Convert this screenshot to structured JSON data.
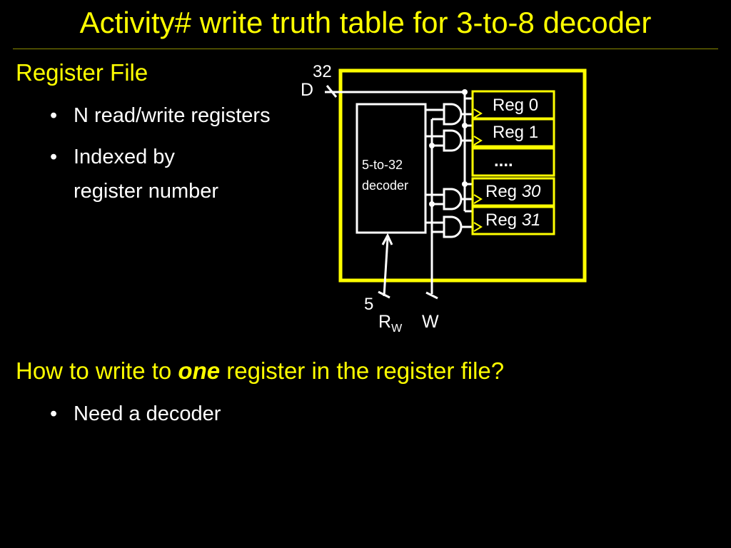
{
  "slide": {
    "title": "Activity# write truth table for 3-to-8 decoder",
    "section1": {
      "heading": "Register File",
      "bullets": [
        "N read/write registers",
        "Indexed by",
        "register number"
      ]
    },
    "section2": {
      "heading_pre": "How to write to ",
      "heading_em": "one",
      "heading_post": " register in the register file?",
      "bullets": [
        "Need a decoder"
      ]
    },
    "bullet_glyph": "•"
  },
  "diagram": {
    "data_input_label": "D",
    "data_width": "32",
    "decoder_label_line1": "5-to-32",
    "decoder_label_line2": "decoder",
    "registers": [
      {
        "prefix": "Reg ",
        "index": "0"
      },
      {
        "prefix": "Reg ",
        "index": "1"
      },
      {
        "prefix": "",
        "index": "...."
      },
      {
        "prefix": "Reg ",
        "index": "30"
      },
      {
        "prefix": "Reg ",
        "index": "31"
      }
    ],
    "rw_width": "5",
    "rw_label": "R",
    "rw_subscript": "W",
    "write_label": "W"
  },
  "colors": {
    "background": "#000000",
    "accent": "#ffff00",
    "text": "#ffffff"
  }
}
